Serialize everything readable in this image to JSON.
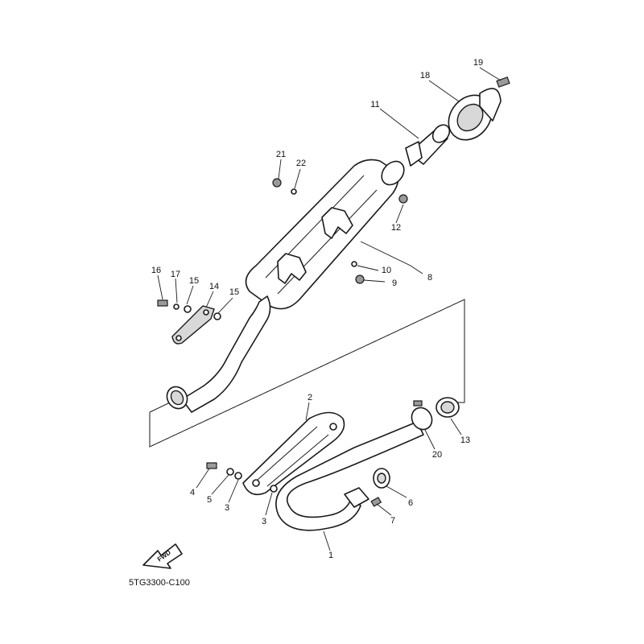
{
  "diagram": {
    "drawing_code": "5TG3300-C100",
    "fwd_label": "FWD",
    "callouts": {
      "c1": "1",
      "c2": "2",
      "c3a": "3",
      "c3b": "3",
      "c4": "4",
      "c5": "5",
      "c6": "6",
      "c7": "7",
      "c8": "8",
      "c9": "9",
      "c10": "10",
      "c11": "11",
      "c12": "12",
      "c13": "13",
      "c14": "14",
      "c15a": "15",
      "c15b": "15",
      "c16": "16",
      "c17": "17",
      "c18": "18",
      "c19": "19",
      "c20": "20",
      "c21": "21",
      "c22": "22"
    }
  }
}
